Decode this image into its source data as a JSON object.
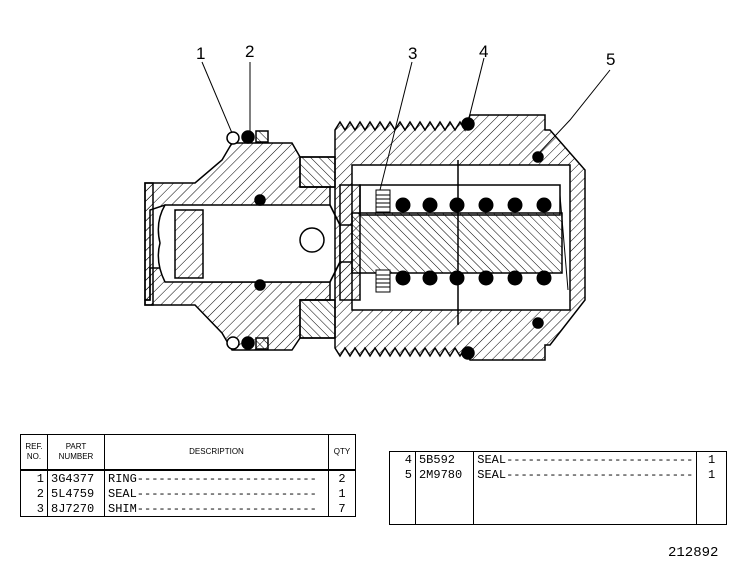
{
  "callouts": {
    "c1": "1",
    "c2": "2",
    "c3": "3",
    "c4": "4",
    "c5": "5"
  },
  "left_table": {
    "headers": {
      "ref_no": "REF. NO.",
      "part_number": "PART NUMBER",
      "description": "DESCRIPTION",
      "qty": "QTY"
    },
    "rows": [
      {
        "ref": "1",
        "part": "3G4377",
        "desc": "RING-------------------------",
        "qty": "2"
      },
      {
        "ref": "2",
        "part": "5L4759",
        "desc": "SEAL-------------------------",
        "qty": "1"
      },
      {
        "ref": "3",
        "part": "8J7270",
        "desc": "SHIM-------------------------",
        "qty": "7"
      }
    ]
  },
  "right_table": {
    "rows": [
      {
        "ref": "4",
        "part": "5B592",
        "desc": "SEAL--------------------------",
        "qty": "1"
      },
      {
        "ref": "5",
        "part": "2M9780",
        "desc": "SEAL--------------------------",
        "qty": "1"
      }
    ]
  },
  "drawing_number": "212892"
}
